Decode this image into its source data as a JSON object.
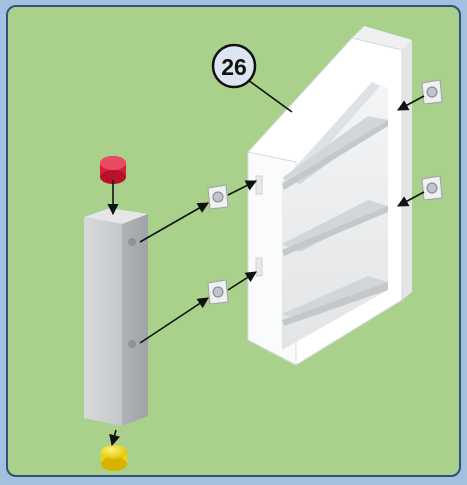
{
  "step": {
    "number": "26"
  },
  "colors": {
    "outer_border": "#a3c0de",
    "panel_background": "#a9d18b",
    "panel_border": "#31507f",
    "badge_fill": "#dbe6f2",
    "cap_red": "#d81e3a",
    "cap_yellow": "#f2d400",
    "arrow": "#111111"
  },
  "parts": [
    "shelf-unit",
    "square-post",
    "red-end-cap",
    "yellow-end-cap",
    "connector-brackets"
  ]
}
